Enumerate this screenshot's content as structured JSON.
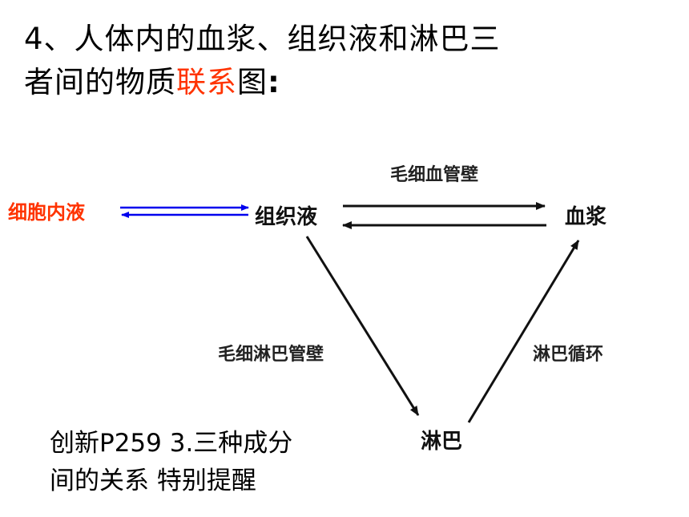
{
  "title": {
    "line1": "4、人体内的血浆、组织液和淋巴三",
    "line2_pre": "者间的物质",
    "line2_highlight": "联系",
    "line2_post": "图",
    "line2_colon": ":"
  },
  "nodes": {
    "intracellular": "细胞内液",
    "tissue_fluid": "组织液",
    "plasma": "血浆",
    "lymph": "淋巴"
  },
  "edges": {
    "capillary_wall": "毛细血管壁",
    "lymph_capillary_wall": "毛细淋巴管壁",
    "lymph_circulation": "淋巴循环"
  },
  "note": {
    "line1": "创新P259  3.三种成分",
    "line2": "间的关系   特别提醒"
  },
  "colors": {
    "highlight": "#ff3300",
    "blue_arrow": "#0000ee",
    "black_arrow": "#111111"
  }
}
